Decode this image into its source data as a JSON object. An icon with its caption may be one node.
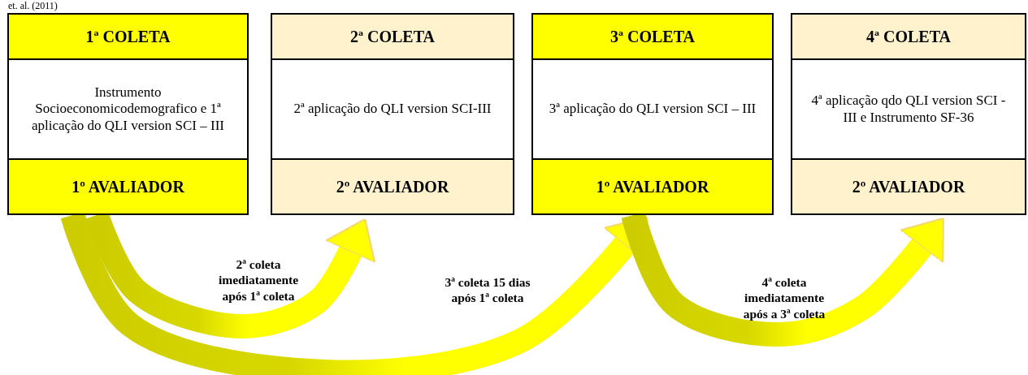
{
  "diagram": {
    "nodes": [
      {
        "text": [
          "1ª COLETA",
          "Instrumento Socioeconomicodemografico e 1ª aplicação do QLI version SCI – III",
          "1º AVALIADOR"
        ]
      },
      {
        "text": [
          "2ª COLETA",
          "2ª aplicação do QLI version SCI-III",
          "2º AVALIADOR"
        ]
      },
      {
        "text": [
          "3ª COLETA",
          "3ª aplicação do QLI version SCI – III",
          "1º AVALIADOR"
        ]
      },
      {
        "text": [
          "4ª COLETA",
          "4ª aplicação qdo QLI version SCI - III e Instrumento SF-36",
          "2º AVALIADOR"
        ]
      }
    ],
    "edges": [
      {
        "from": 0,
        "to": 1,
        "arrow": "to",
        "label": "2ª coleta imediatamente após 1ª coleta"
      },
      {
        "from": 0,
        "to": 2,
        "arrow": "to",
        "label": "3ª coleta 15 dias após 1ª coleta"
      },
      {
        "from": 2,
        "to": 3,
        "arrow": "to",
        "label": "4ª coleta imediatamente após a 3ª coleta"
      }
    ],
    "labels": [
      "et. al. (2011)"
    ]
  }
}
